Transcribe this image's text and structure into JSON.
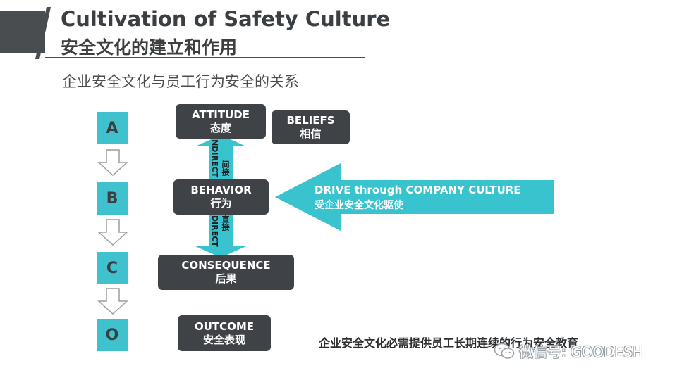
{
  "header": {
    "title_en": "Cultivation of Safety Culture",
    "title_cn": "安全文化的建立和作用",
    "subtitle": "企业安全文化与员工行为安全的关系"
  },
  "steps": [
    "A",
    "B",
    "C",
    "O"
  ],
  "diagram": {
    "attitude_en": "ATTITUDE",
    "attitude_cn": "态度",
    "beliefs_en": "BELIEFS",
    "beliefs_cn": "相信",
    "behavior_en": "BEHAVIOR",
    "behavior_cn": "行为",
    "consequence_en": "CONSEQUENCE",
    "consequence_cn": "后果",
    "outcome_en": "OUTCOME",
    "outcome_cn": "安全表现",
    "indirect_en": "INDIRECT",
    "indirect_cn": "间接",
    "direct_en": "DIRECT",
    "direct_cn": "直接",
    "drive_en": "DRIVE through COMPANY CULTURE",
    "drive_cn": "受企业安全文化驱使"
  },
  "footer": {
    "statement": "企业安全文化必需提供员工长期连续的行为安全教育",
    "watermark": "微信号: GOODESH"
  },
  "colors": {
    "accent": "#3fc2cd",
    "dark_box": "#3f4246",
    "arrow_fill": "#38c3cf"
  }
}
